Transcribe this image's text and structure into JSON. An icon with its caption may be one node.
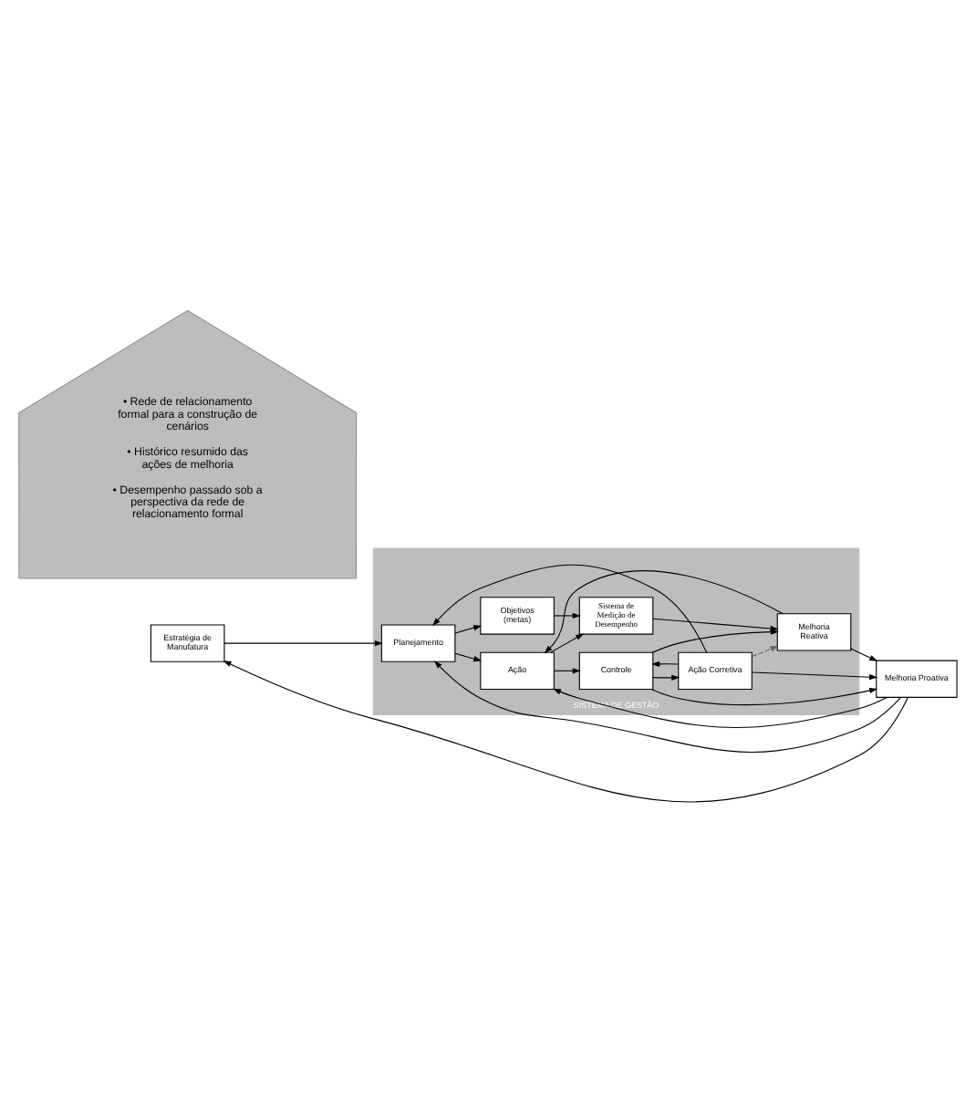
{
  "diagram": {
    "nodes": [
      {
        "text": [
          "SISTEMA DE GESTÃO"
        ]
      },
      {
        "text": [
          "Estratégia de Manufatura"
        ]
      },
      {
        "text": [
          "Planejamento"
        ],
        "in": 0
      },
      {
        "text": [
          "Ação"
        ],
        "in": 0
      },
      {
        "text": [
          "Objetivos (metas)"
        ],
        "in": 0
      },
      {
        "text": [
          "Sistema de Medição de Desempenho"
        ],
        "in": 0
      },
      {
        "text": [
          "Controle"
        ],
        "in": 0
      },
      {
        "text": [
          "Ação Corretiva"
        ],
        "in": 0
      },
      {
        "text": [
          "Melhoria Reativa"
        ],
        "in": 0
      },
      {
        "text": [
          "Melhoria Proativa"
        ]
      },
      {
        "text": [
          "• Rede de relacionamento formal para a construção de cenários",
          "• Histórico resumido das ações de melhoria",
          "• Desempenho passado sob a perspectiva da rede de relacionamento formal"
        ]
      }
    ],
    "edges": [
      {
        "from": 1,
        "to": 2,
        "arrow": "to"
      },
      {
        "from": 2,
        "to": 3,
        "arrow": "to"
      },
      {
        "from": 2,
        "to": 4,
        "arrow": "to"
      },
      {
        "from": 4,
        "to": 5,
        "arrow": "to"
      },
      {
        "from": 3,
        "to": 6,
        "arrow": "to"
      },
      {
        "from": 3,
        "to": 5,
        "arrow": "to"
      },
      {
        "from": 5,
        "to": 8,
        "arrow": "to"
      },
      {
        "from": 6,
        "to": 7,
        "arrow": "to"
      },
      {
        "from": 6,
        "to": 8,
        "arrow": "to"
      },
      {
        "from": 6,
        "to": 9,
        "arrow": "to"
      },
      {
        "from": 7,
        "to": 8,
        "arrow": "to",
        "style": "dashed",
        "color": "#666666"
      },
      {
        "from": 8,
        "to": 9,
        "arrow": "to"
      },
      {
        "from": 7,
        "to": 9,
        "arrow": "to"
      },
      {
        "from": 8,
        "to": 3,
        "arrow": "to"
      },
      {
        "from": 7,
        "to": 6,
        "arrow": "to"
      },
      {
        "from": 7,
        "to": 2,
        "arrow": "to"
      },
      {
        "from": 9,
        "to": 2,
        "arrow": "to"
      },
      {
        "from": 9,
        "to": 1,
        "arrow": "to"
      },
      {
        "from": 9,
        "to": 3,
        "arrow": "to"
      }
    ]
  }
}
